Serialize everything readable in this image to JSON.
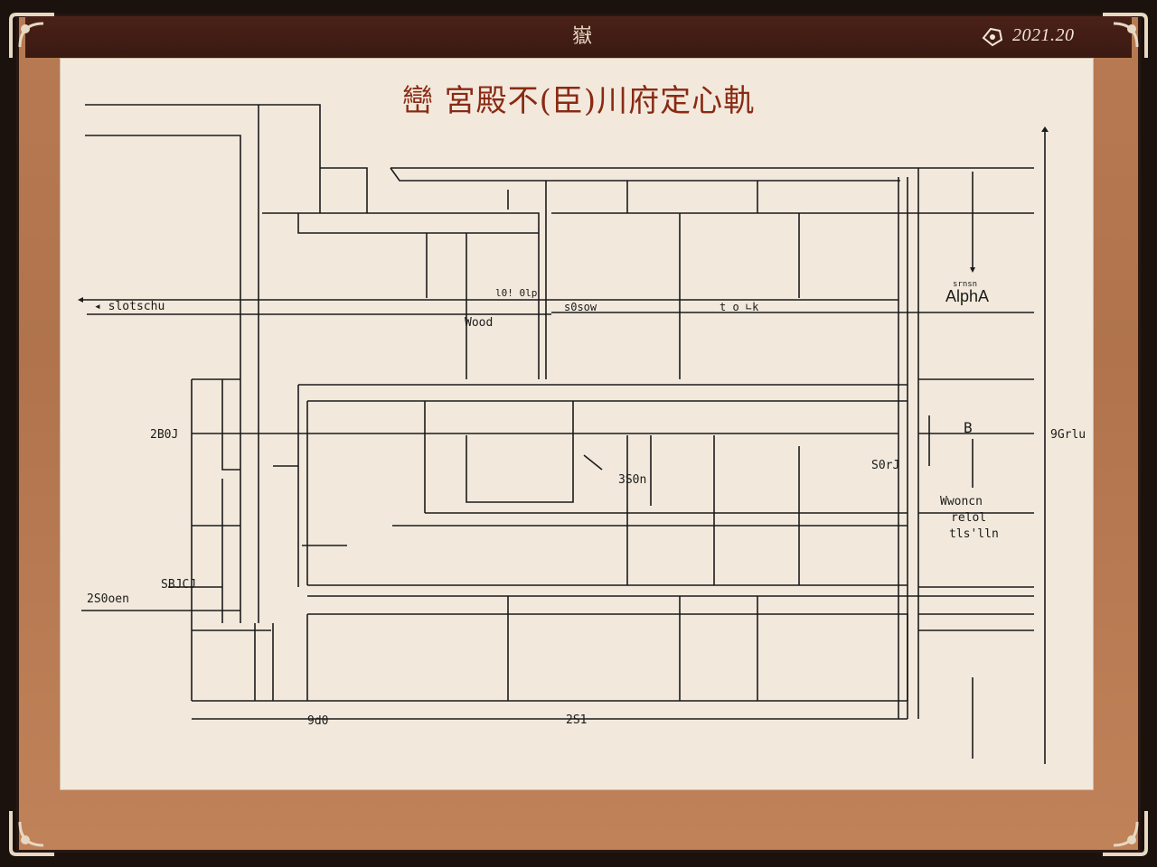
{
  "header": {
    "emblem": "嶽",
    "date": "2021.20"
  },
  "plan": {
    "title": "巒 宮殿不(臣)川府定心軌"
  },
  "labels": {
    "west_top": "◂ slotschu",
    "north_a": "l0! 0lp",
    "north_b": "Wood",
    "mid_a": "s0sow",
    "mid_b": "t o ∟k",
    "alpha": "AlphA",
    "alpha_small": "srnsn",
    "west_mid": "2B0J",
    "center_dim": "3S0n",
    "east_dim": "S0rJ",
    "far_east": "9Grlu",
    "east_label_1": "Wwoncn",
    "east_label_2": "relol",
    "east_label_3": "tls'lln",
    "west_low": "SBJCJ",
    "west_bottom": "2S0oen",
    "bottom_left": "9d0",
    "bottom_center": "2S1",
    "b_marker": "B"
  },
  "colors": {
    "paper": "#f2e9dc",
    "frame": "#b87a52",
    "titlebar": "#3a1912",
    "title_text": "#8a2a14",
    "ink": "#1b1b1b"
  }
}
